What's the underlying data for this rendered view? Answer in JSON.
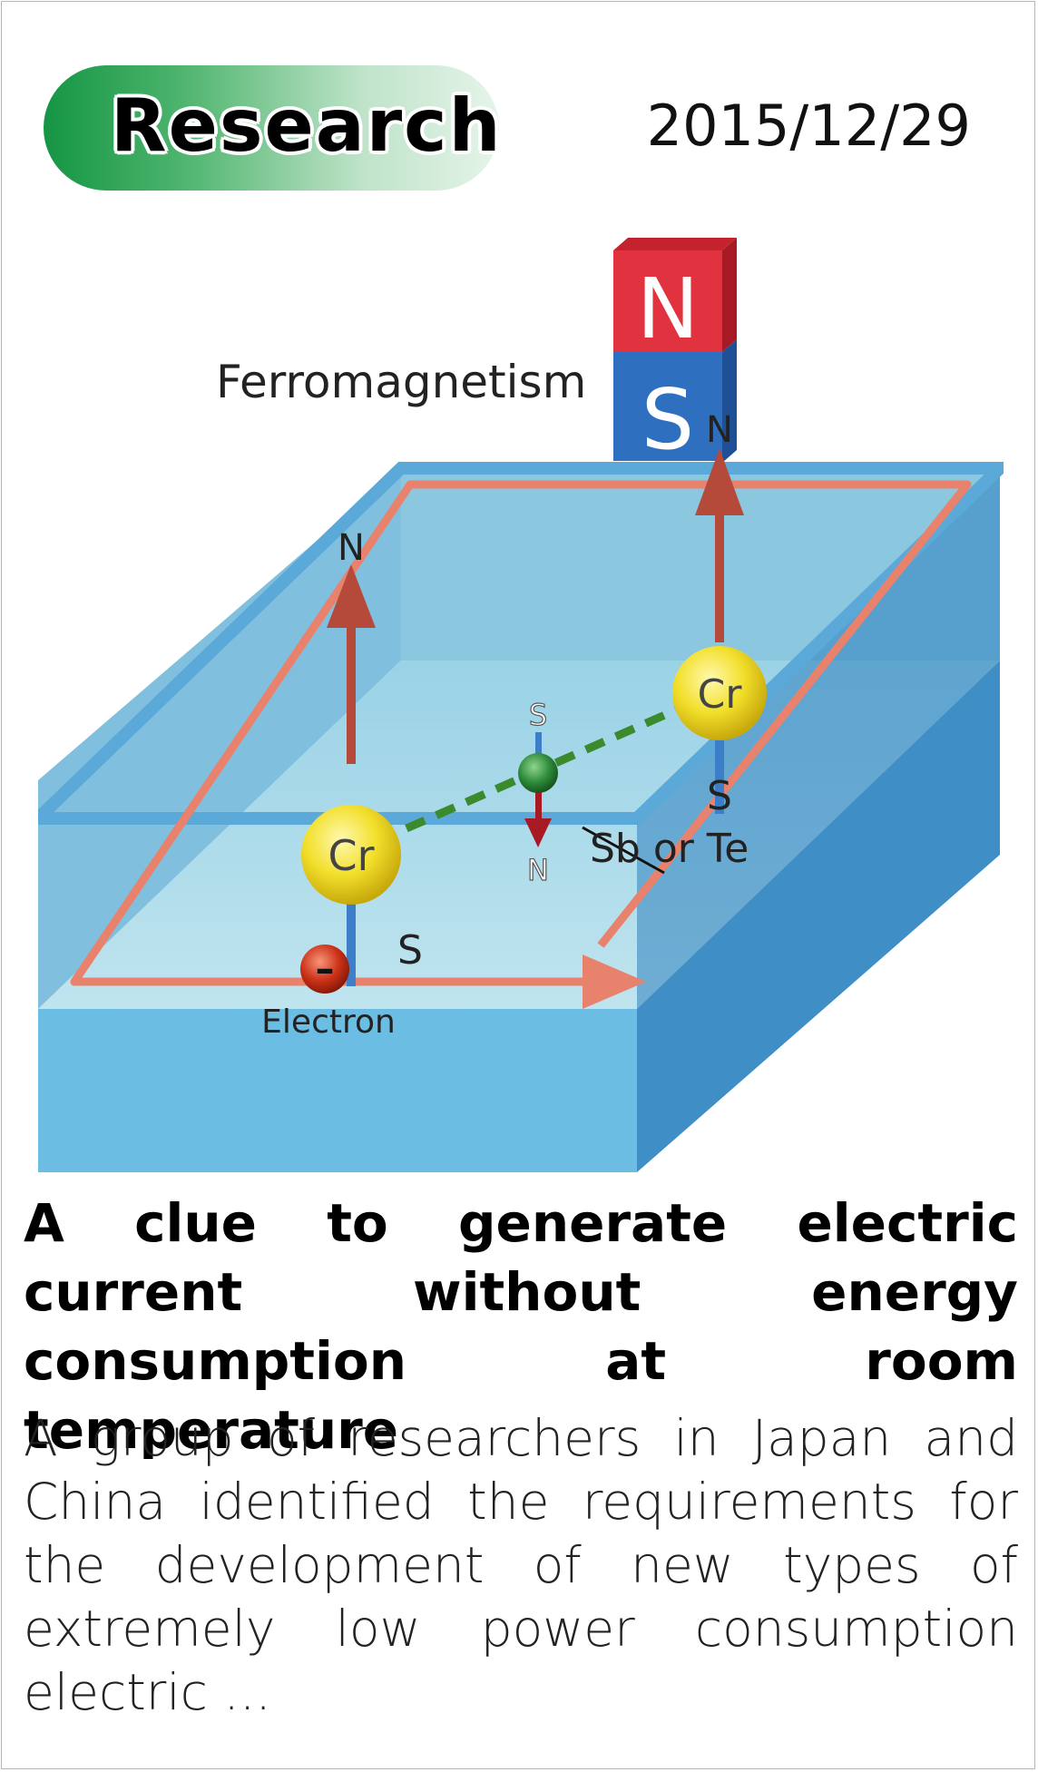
{
  "category": {
    "label": "Research"
  },
  "date": "2015/12/29",
  "figure": {
    "magnet_north": "N",
    "magnet_south": "S",
    "label_ferromagnetism": "Ferromagnetism",
    "atom_cr_left": "Cr",
    "atom_cr_right": "Cr",
    "left_spin_top": "N",
    "left_spin_bottom": "S",
    "right_spin_top": "N",
    "right_spin_bottom": "S",
    "middle_spin_top": "S",
    "middle_spin_bottom": "N",
    "label_sb_te": "Sb or Te",
    "label_electron": "Electron",
    "electron_symbol": "–",
    "colors": {
      "magnet_red": "#e0333f",
      "magnet_blue": "#2f6fc0",
      "slab_blue": "#5aa9d8",
      "current_loop": "#e8826c",
      "atom_yellow": "#f2df2b",
      "atom_green": "#2e8b3a"
    }
  },
  "article": {
    "title": "A clue to generate electric current without energy consumption at room temperature",
    "summary": "A group of researchers in Japan and China identified the requirements for the development of new types of extremely low power consumption electric ..."
  }
}
